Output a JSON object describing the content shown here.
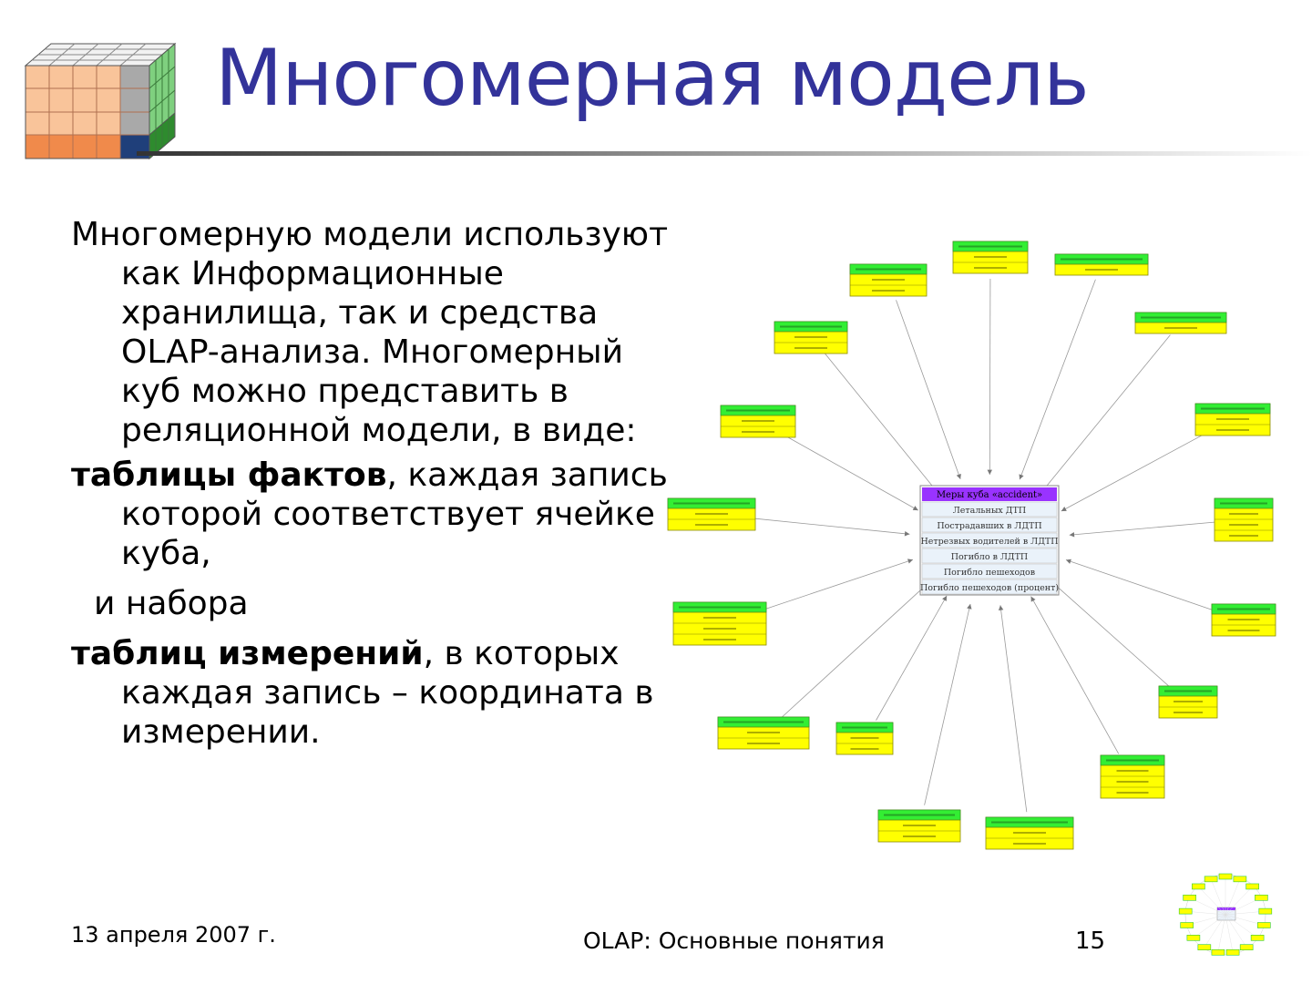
{
  "slide": {
    "title": "Многомерная модель",
    "paragraphs": {
      "p1": "Многомерную модели используют как Информационные хранилища, так и средства OLAP-анализа. Многомерный куб можно представить в реляционной модели, в виде:",
      "p2_bold": "таблицы фактов",
      "p2_rest": ", каждая запись которой соответствует ячейке куба,",
      "p3": "и набора",
      "p4_bold": "таблиц измерений",
      "p4_rest": ", в которых каждая запись – координата в измерении."
    },
    "footer": {
      "date": "13 апреля 2007 г.",
      "center": "OLAP: Основные понятия",
      "page": "15"
    }
  },
  "diagram": {
    "fact_table": {
      "header": "Меры куба «accident»",
      "rows": [
        "Летальных ДТП",
        "Пострадавших в ЛДТП",
        "Нетрезвых водителей в ЛДТП",
        "Погибло в ЛДТП",
        "Погибло пешеходов",
        "Погибло пешеходов (процент)"
      ]
    },
    "colors": {
      "dim_header": "#33ee33",
      "dim_row": "#ffff00",
      "fact_header": "#9933ff",
      "fact_row": "#eaf2fa",
      "title": "#33339a"
    }
  }
}
